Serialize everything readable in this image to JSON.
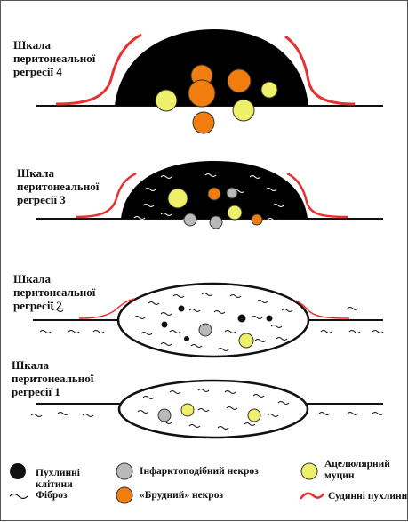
{
  "panels": [
    {
      "id": "grade4",
      "label_lines": [
        "Шкала",
        "перитонеальної",
        "регресії  4"
      ]
    },
    {
      "id": "grade3",
      "label_lines": [
        "Шкала",
        "перитонеальної",
        "регресії  3"
      ]
    },
    {
      "id": "grade2",
      "label_lines": [
        "Шкала",
        "перитонеальної",
        "регресії  2"
      ]
    },
    {
      "id": "grade1",
      "label_lines": [
        "Шкала",
        "перитонеальної",
        "регресії  1"
      ]
    }
  ],
  "legend": {
    "tumor_cells": {
      "lines": [
        "Пухлинні",
        "клітини"
      ],
      "icon": "black-dot-icon"
    },
    "fibrosis": {
      "label": "Фіброз",
      "icon": "wavy-line-icon"
    },
    "infarct_necrosis": {
      "label": "Інфарктоподібний некроз",
      "icon": "gray-dot-icon"
    },
    "dirty_necrosis": {
      "label": "«Брудний» некроз",
      "icon": "orange-dot-icon"
    },
    "acellular_mucin": {
      "lines": [
        "Ацелюлярний",
        "муцин"
      ],
      "icon": "yellow-dot-icon"
    },
    "tumor_vessels": {
      "label": "Судинні пухлини",
      "icon": "red-curve-icon"
    }
  },
  "colors": {
    "tumor": "#000000",
    "gray_necrosis": "#b9b9b9",
    "orange_necrosis": "#f07d0d",
    "yellow_mucin": "#eef06a",
    "vessel": "#e8312e",
    "outline": "#111111"
  }
}
